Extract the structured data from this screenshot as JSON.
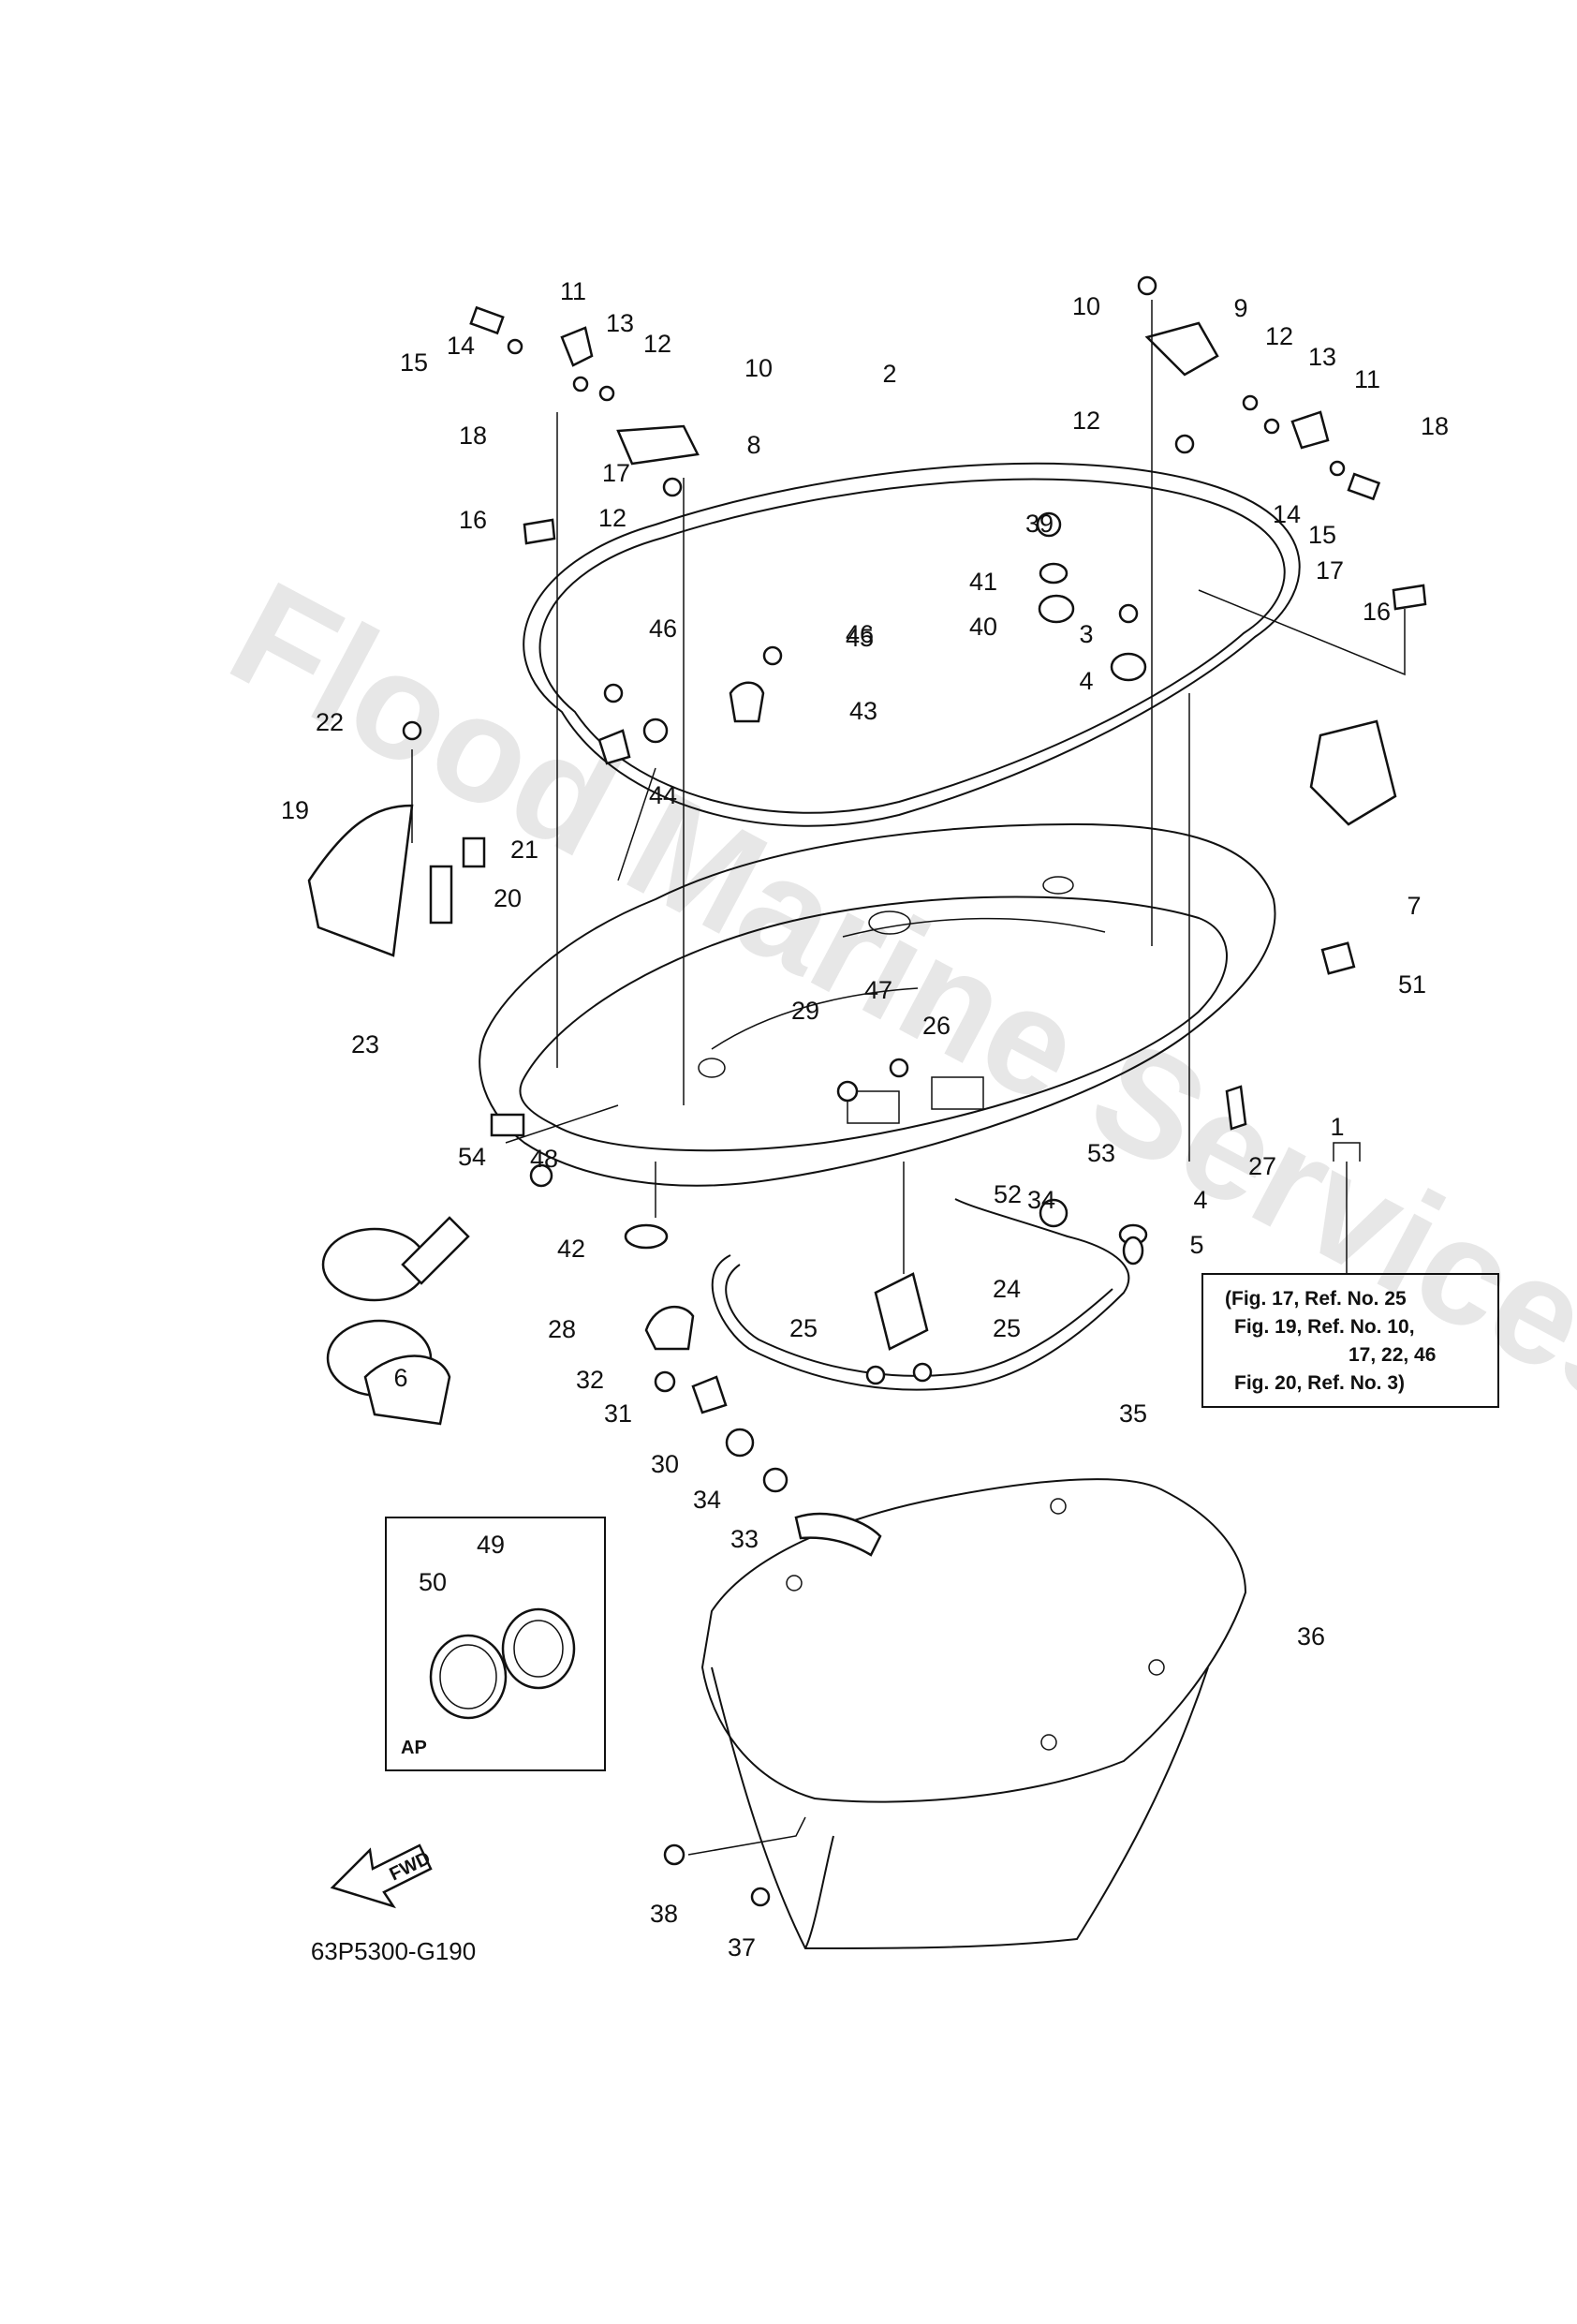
{
  "watermark": "Flood Marine Services",
  "diagram_code": "63P5300-G190",
  "fwd_label": "FWD",
  "inset_tag": "AP",
  "reference_note": [
    "(Fig. 17, Ref. No. 25",
    "Fig. 19, Ref. No. 10,",
    "17, 22, 46",
    "Fig. 20, Ref. No. 3)"
  ],
  "callouts": [
    "1",
    "2",
    "3",
    "4",
    "4",
    "5",
    "6",
    "7",
    "8",
    "9",
    "10",
    "10",
    "11",
    "11",
    "12",
    "12",
    "12",
    "12",
    "13",
    "13",
    "14",
    "14",
    "15",
    "15",
    "16",
    "16",
    "17",
    "17",
    "18",
    "18",
    "19",
    "20",
    "21",
    "22",
    "23",
    "24",
    "25",
    "25",
    "26",
    "27",
    "28",
    "29",
    "30",
    "31",
    "32",
    "33",
    "34",
    "34",
    "35",
    "36",
    "37",
    "38",
    "39",
    "40",
    "41",
    "42",
    "43",
    "44",
    "45",
    "46",
    "46",
    "47",
    "48",
    "49",
    "50",
    "51",
    "52",
    "53",
    "54"
  ]
}
